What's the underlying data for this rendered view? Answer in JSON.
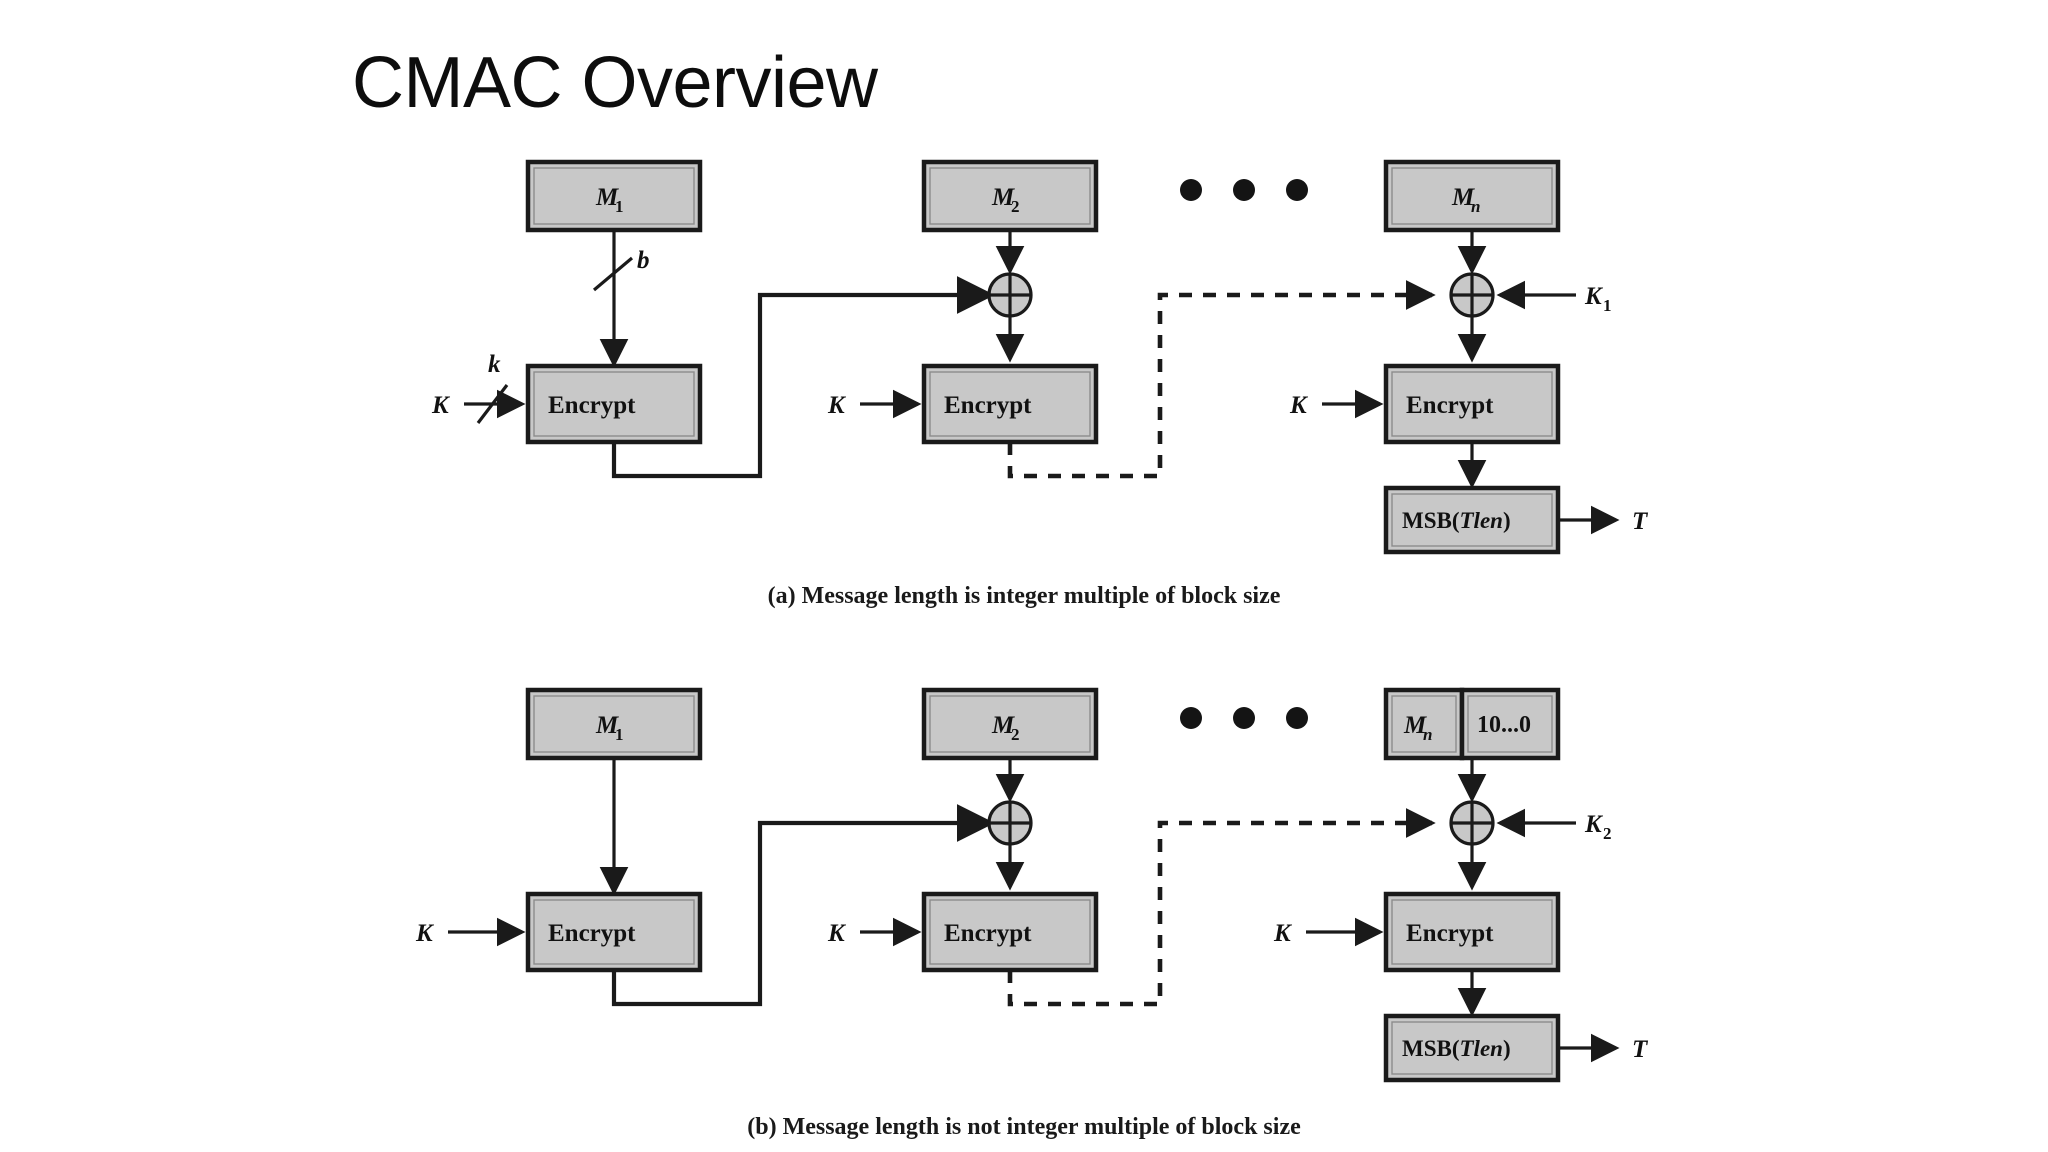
{
  "slide": {
    "title": "CMAC Overview",
    "background": "#ffffff",
    "title_color": "#0d0d0d"
  },
  "palette": {
    "block_fill": "#c8c8c8",
    "line": "#1a1a1a",
    "text": "#111111"
  },
  "figures": [
    {
      "id": "cmac-integer-multiple",
      "caption": "(a) Message length is integer multiple of block size",
      "blocks": {
        "m1": "M",
        "m1_sub": "1",
        "m2": "M",
        "m2_sub": "2",
        "mn": "M",
        "mn_sub": "n",
        "encrypt": "Encrypt",
        "msb": "MSB(",
        "msb_italic": "Tlen",
        "msb_close": ")"
      },
      "labels": {
        "key": "K",
        "subkey": "K",
        "subkey_sub": "1",
        "bit_width_b": "b",
        "bit_width_k": "k",
        "output": "T",
        "ellipsis": "• • •"
      },
      "has_bitwidth_slashes": true,
      "padding_cell": null
    },
    {
      "id": "cmac-not-integer-multiple",
      "caption": "(b) Message length is not integer multiple of block size",
      "blocks": {
        "m1": "M",
        "m1_sub": "1",
        "m2": "M",
        "m2_sub": "2",
        "mn": "M",
        "mn_sub": "n",
        "encrypt": "Encrypt",
        "msb": "MSB(",
        "msb_italic": "Tlen",
        "msb_close": ")"
      },
      "labels": {
        "key": "K",
        "subkey": "K",
        "subkey_sub": "2",
        "bit_width_b": null,
        "bit_width_k": null,
        "output": "T",
        "ellipsis": "• • •"
      },
      "has_bitwidth_slashes": false,
      "padding_cell": "10...0"
    }
  ]
}
